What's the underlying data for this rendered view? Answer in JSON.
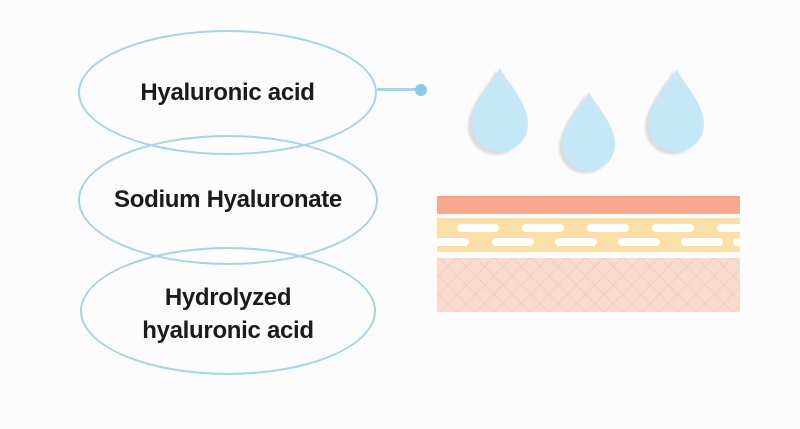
{
  "diagram": {
    "terms": [
      {
        "id": "hyaluronic-acid",
        "label": "Hyaluronic acid"
      },
      {
        "id": "sodium-hyaluronate",
        "label": "Sodium Hyaluronate"
      },
      {
        "id": "hydrolyzed-hyaluronic-acid",
        "label": "Hydrolyzed hyaluronic acid"
      }
    ],
    "illustration": {
      "droplet_count": 3,
      "skin_layer_count": 3
    },
    "colors": {
      "background": "#fcfcfc",
      "ellipse_stroke": "#a5d3ea",
      "term_text": "#1b1b1d",
      "connector": "#a5d3ea",
      "connector_dot": "#8cc8e8",
      "droplet": "#c4e8f7",
      "skin_top_layer": "#f9a78d",
      "skin_middle_layer": "#fbdfa7",
      "skin_dash": "#ffffff",
      "skin_bottom_layer": "#f9dacc"
    }
  }
}
